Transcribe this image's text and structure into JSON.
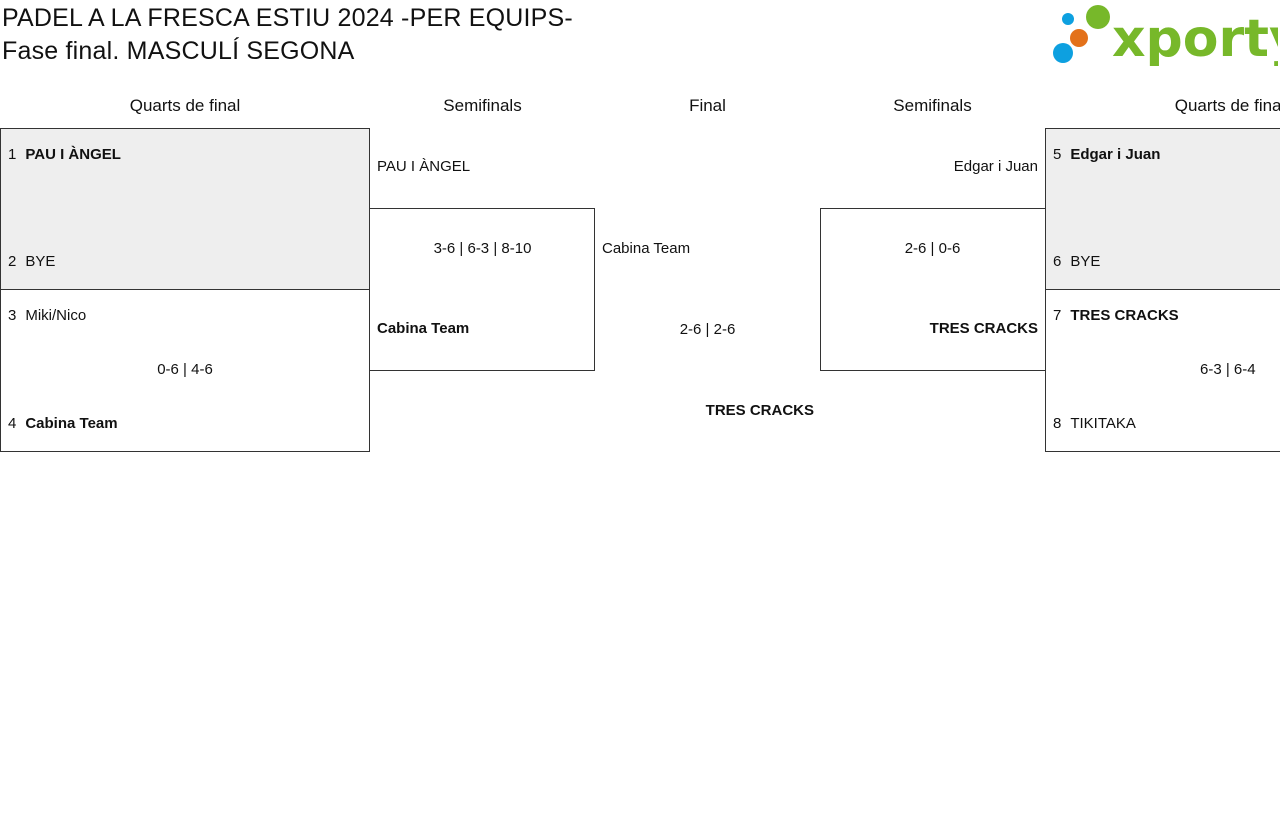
{
  "header": {
    "title_line1": "PADEL A LA FRESCA ESTIU 2024 -PER EQUIPS-",
    "title_line2": "Fase final. MASCULÍ SEGONA",
    "logo_text": "xporty",
    "logo_colors": {
      "blue": "#0da0e0",
      "orange": "#e3711a",
      "green": "#77b82a"
    }
  },
  "rounds": {
    "left_quarters": "Quarts de final",
    "left_semis": "Semifinals",
    "final": "Final",
    "right_semis": "Semifinals",
    "right_quarters": "Quarts de final"
  },
  "left_quarters": [
    {
      "seed_a": "1",
      "team_a": "PAU I ÀNGEL",
      "seed_b": "2",
      "team_b": "BYE",
      "score": ""
    },
    {
      "seed_a": "3",
      "team_a": "Miki/Nico",
      "seed_b": "4",
      "team_b": "Cabina Team",
      "score": "0-6 | 4-6"
    }
  ],
  "left_semi": {
    "team_a": "PAU I ÀNGEL",
    "team_b": "Cabina Team",
    "score": "3-6 | 6-3 | 8-10"
  },
  "final": {
    "team_a": "Cabina Team",
    "team_b": "TRES CRACKS",
    "score": "2-6 | 2-6"
  },
  "right_semi": {
    "team_a": "Edgar i Juan",
    "team_b": "TRES CRACKS",
    "score": "2-6 | 0-6"
  },
  "right_quarters": [
    {
      "seed_a": "5",
      "team_a": "Edgar i Juan",
      "seed_b": "6",
      "team_b": "BYE",
      "score": ""
    },
    {
      "seed_a": "7",
      "team_a": "TRES CRACKS",
      "seed_b": "8",
      "team_b": "TIKITAKA",
      "score": "6-3 | 6-4"
    }
  ]
}
